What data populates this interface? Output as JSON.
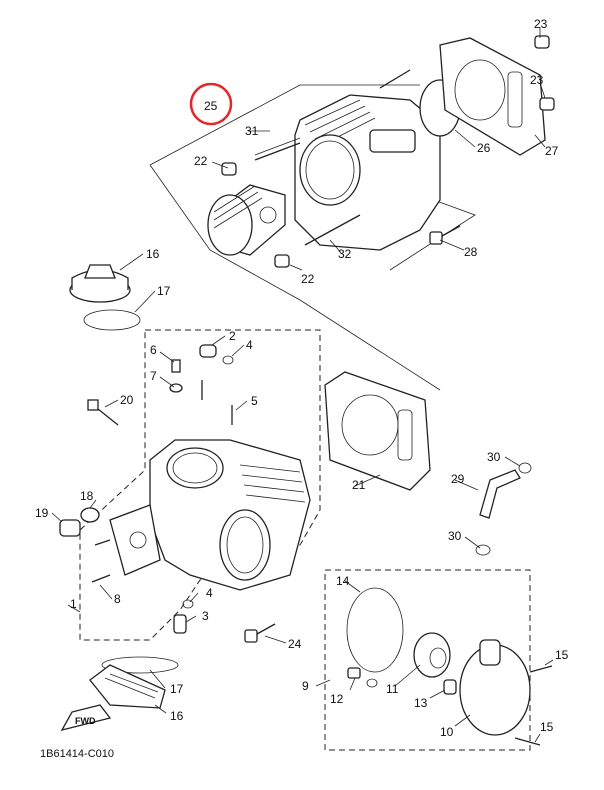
{
  "diagram_code": "1B61414-C010",
  "fwd_label": "FWD",
  "highlight_color": "#e2262b",
  "callouts": {
    "c1": "1",
    "c2": "2",
    "c3": "3",
    "c4a": "4",
    "c4b": "4",
    "c5": "5",
    "c6": "6",
    "c7": "7",
    "c8": "8",
    "c9": "9",
    "c10": "10",
    "c11": "11",
    "c12": "12",
    "c13": "13",
    "c14": "14",
    "c15a": "15",
    "c15b": "15",
    "c16a": "16",
    "c16b": "16",
    "c17a": "17",
    "c17b": "17",
    "c18": "18",
    "c19": "19",
    "c20": "20",
    "c21": "21",
    "c22a": "22",
    "c22b": "22",
    "c23a": "23",
    "c23b": "23",
    "c24": "24",
    "c25": "25",
    "c26": "26",
    "c27": "27",
    "c28": "28",
    "c29": "29",
    "c30a": "30",
    "c30b": "30",
    "c31": "31",
    "c32": "32"
  }
}
